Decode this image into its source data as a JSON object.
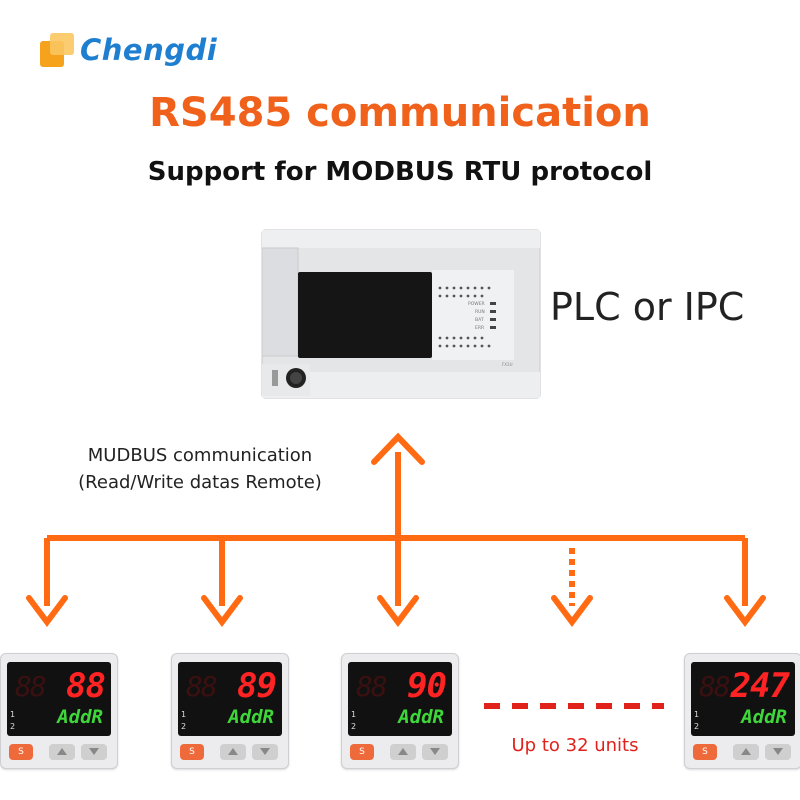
{
  "brand": {
    "name": "Chengdi"
  },
  "title": "RS485 communication",
  "subtitle": "Support for MODBUS RTU protocol",
  "plc_label": "PLC or IPC",
  "comm_label": {
    "line1": "MUDBUS communication",
    "line2": "(Read/Write datas Remote)"
  },
  "units_label": "Up to 32 units",
  "colors": {
    "accent": "#f0621b",
    "brand": "#1e7fd1",
    "bus": "#ff6a13",
    "red_text": "#e0221b"
  },
  "devices": [
    {
      "value": "88",
      "label": "AddR"
    },
    {
      "value": "89",
      "label": "AddR"
    },
    {
      "value": "90",
      "label": "AddR"
    },
    {
      "value": "247",
      "label": "AddR"
    }
  ],
  "device_rows": [
    "1",
    "2"
  ],
  "device_button": "S",
  "plc_leds": [
    "POWER",
    "RUN",
    "BAT",
    "ERR"
  ],
  "plc_model": "FX3U"
}
